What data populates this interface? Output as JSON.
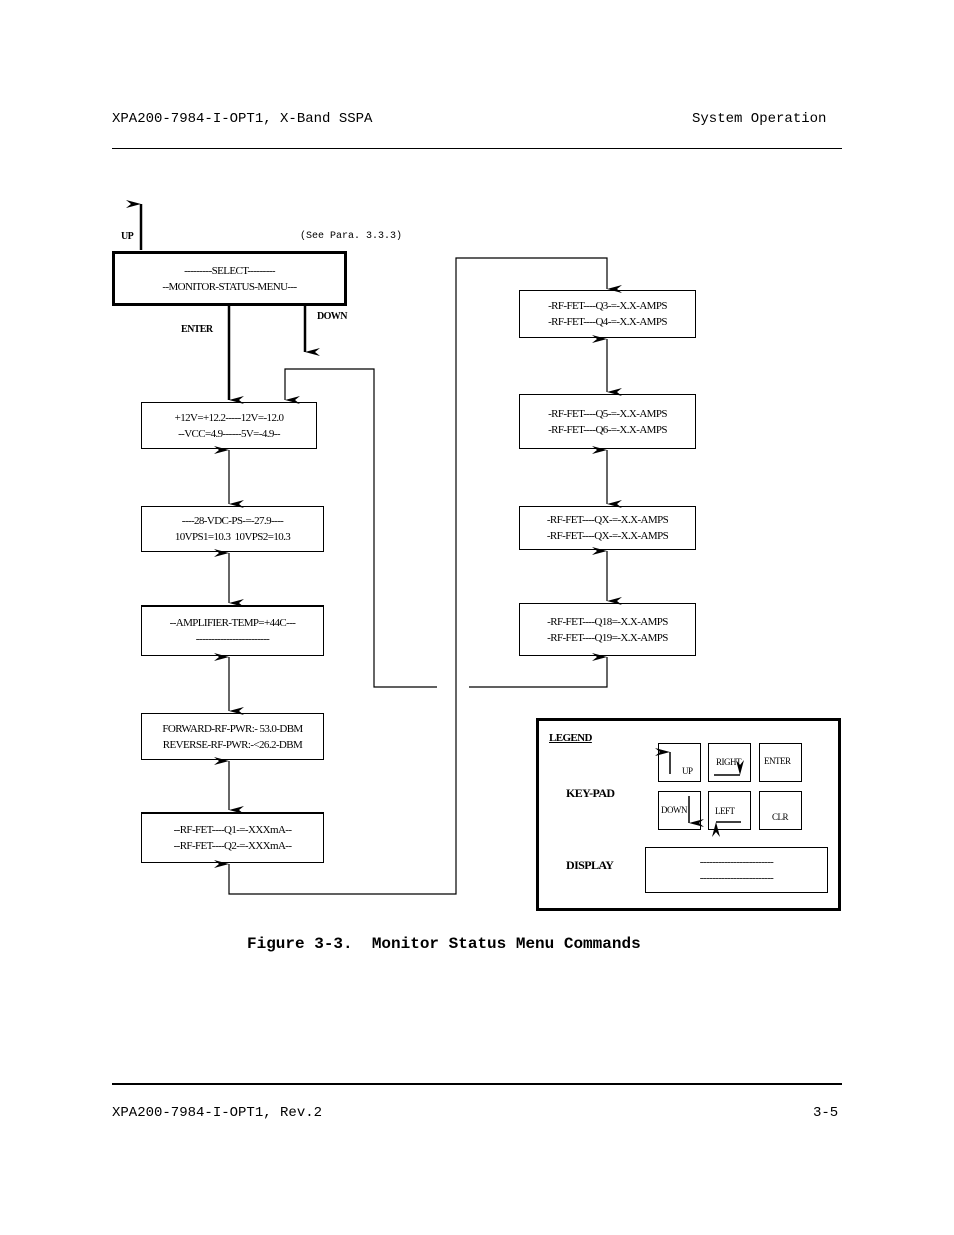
{
  "header": {
    "left": "XPA200-7984-I-OPT1, X-Band SSPA",
    "right": "System Operation"
  },
  "footer": {
    "left": "XPA200-7984-I-OPT1, Rev.2",
    "right": "3-5"
  },
  "figure": {
    "note": "(See Para. 3.3.3)",
    "labels": {
      "up": "UP",
      "enter": "ENTER",
      "down": "DOWN"
    },
    "select_box": [
      "---------SELECT---------",
      "--MONITOR-STATUS-MENU---"
    ],
    "left_boxes": [
      [
        "+12V=+12.2-----12V=-12.0",
        "--VCC=4.9------5V=-4.9--"
      ],
      [
        "----28-VDC-PS-=-27.9----",
        "10VPS1=10.3  10VPS2=10.3"
      ],
      [
        "--AMPLIFIER-TEMP=+44C---",
        "------------------------"
      ],
      [
        "FORWARD-RF-PWR:- 53.0-DBM",
        "REVERSE-RF-PWR:-<26.2-DBM"
      ],
      [
        "--RF-FET----Q1-=-XXXmA--",
        "--RF-FET----Q2-=-XXXmA--"
      ]
    ],
    "right_boxes": [
      [
        "-RF-FET----Q3-=-X.X-AMPS",
        "-RF-FET----Q4-=-X.X-AMPS"
      ],
      [
        "-RF-FET----Q5-=-X.X-AMPS",
        "-RF-FET----Q6-=-X.X-AMPS"
      ],
      [
        "-RF-FET----QX-=-X.X-AMPS",
        "-RF-FET----QX-=-X.X-AMPS"
      ],
      [
        "-RF-FET----Q18=-X.X-AMPS",
        "-RF-FET----Q19=-X.X-AMPS"
      ]
    ],
    "legend": {
      "title": "LEGEND",
      "keypad_label": "KEY-PAD",
      "display_label": "DISPLAY",
      "keys": {
        "up": "UP",
        "right": "RIGHT",
        "enter": "ENTER",
        "down": "DOWN",
        "left": "LEFT",
        "clr": "CLR"
      },
      "display_lines": [
        "------------------------",
        "------------------------"
      ]
    },
    "caption": "Figure 3-3.  Monitor Status Menu Commands"
  }
}
